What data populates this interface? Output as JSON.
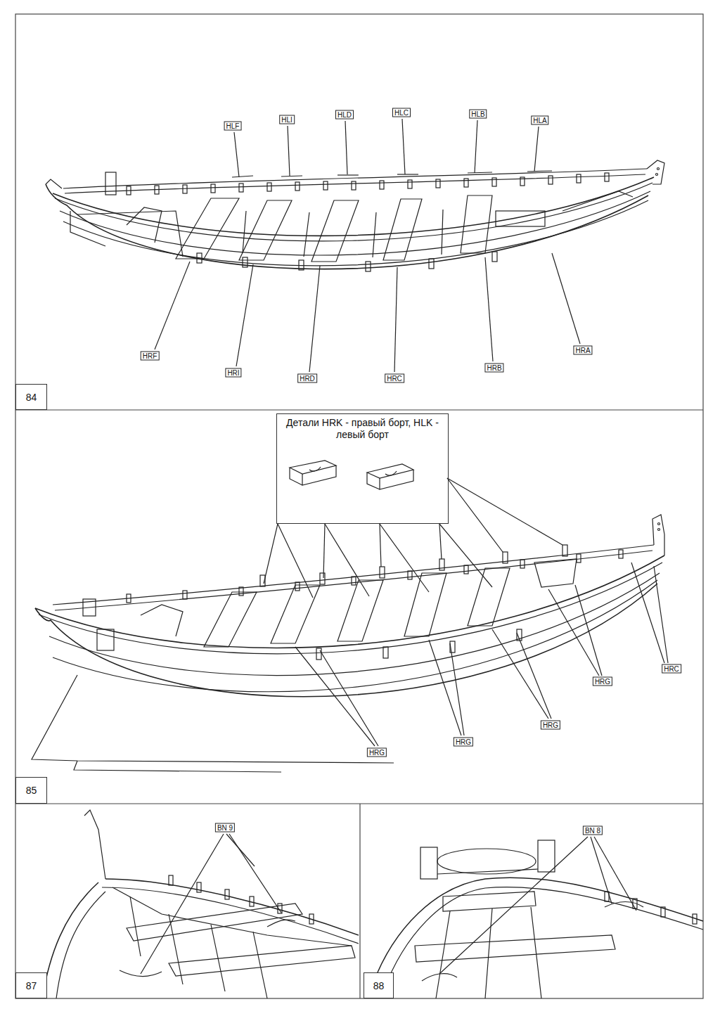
{
  "diagram": {
    "nodes": [
      {
        "text": [
          "Детали HRK - правый борт, HLK - левый борт"
        ]
      }
    ],
    "labels": [
      "HLF",
      "HLI",
      "HLD",
      "HLC",
      "HLB",
      "HLA",
      "HRF",
      "HRI",
      "HRD",
      "HRC",
      "HRB",
      "HRA",
      "84",
      "HRC",
      "HRG",
      "HRG",
      "HRG",
      "HRG",
      "85",
      "BN 9",
      "BN 8",
      "87",
      "88"
    ]
  }
}
